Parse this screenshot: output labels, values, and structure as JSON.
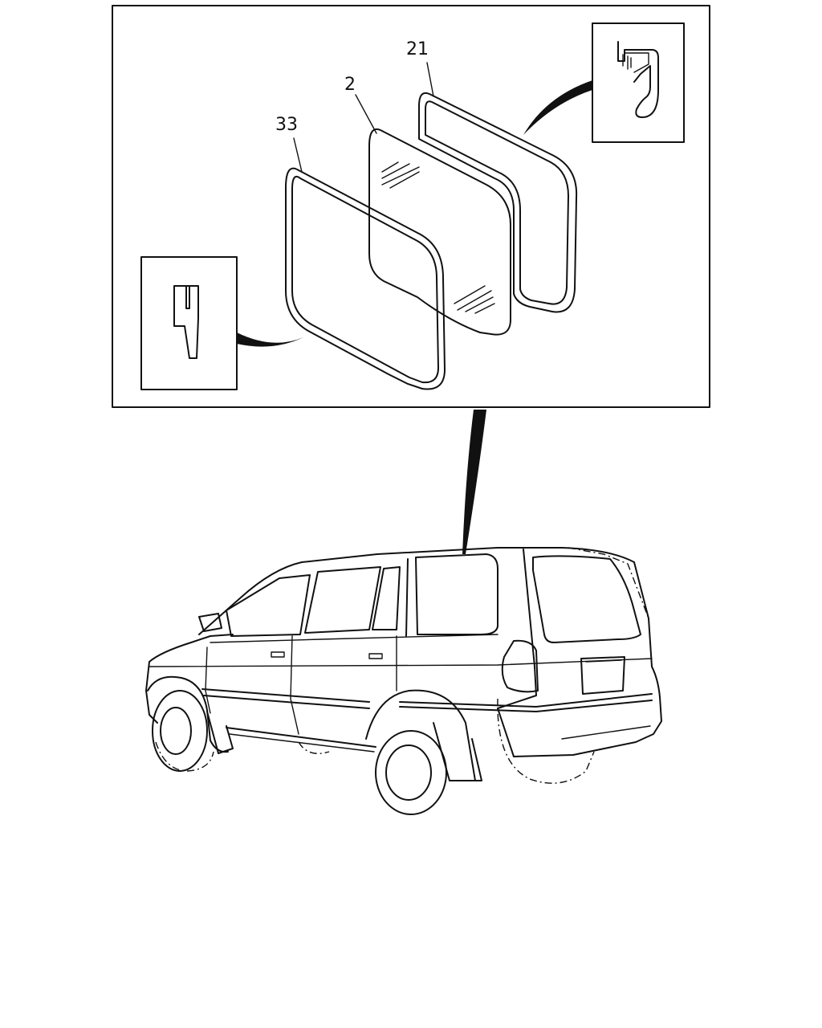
{
  "callouts": {
    "part_21": "21",
    "part_2": "2",
    "part_33": "33"
  },
  "colors": {
    "line": "#111111",
    "background": "#ffffff"
  }
}
